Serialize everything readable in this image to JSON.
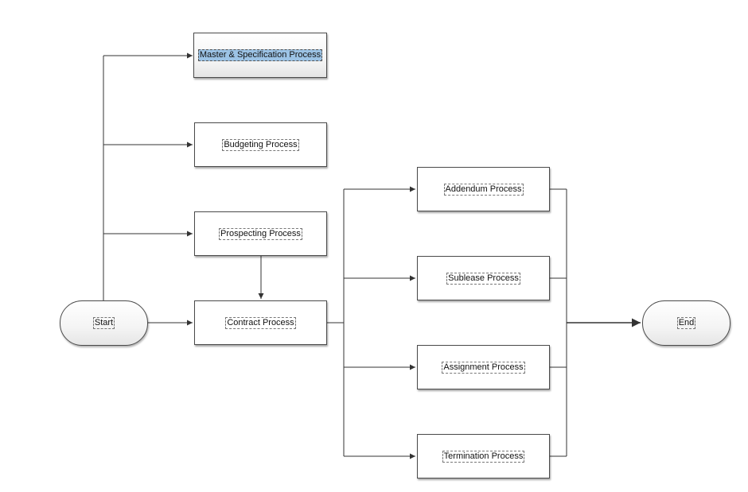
{
  "diagram": {
    "nodes": {
      "master": "Master & Specification Process",
      "budgeting": "Budgeting Process",
      "prospecting": "Prospecting Process",
      "start": "Start",
      "contract": "Contract Process",
      "addendum": "Addendum Process",
      "sublease": "Sublease Process",
      "assignment": "Assignment Process",
      "termination": "Termination Process",
      "end": "End"
    },
    "selected_node": "master",
    "edges": [
      {
        "from": "start",
        "to": "master"
      },
      {
        "from": "start",
        "to": "budgeting"
      },
      {
        "from": "start",
        "to": "prospecting"
      },
      {
        "from": "start",
        "to": "contract"
      },
      {
        "from": "prospecting",
        "to": "contract"
      },
      {
        "from": "contract",
        "to": "addendum"
      },
      {
        "from": "contract",
        "to": "sublease"
      },
      {
        "from": "contract",
        "to": "assignment"
      },
      {
        "from": "contract",
        "to": "termination"
      },
      {
        "from": "addendum",
        "to": "end"
      },
      {
        "from": "sublease",
        "to": "end"
      },
      {
        "from": "assignment",
        "to": "end"
      },
      {
        "from": "termination",
        "to": "end"
      }
    ],
    "colors": {
      "line": "#333333",
      "selection": "#9cc3e5"
    }
  }
}
